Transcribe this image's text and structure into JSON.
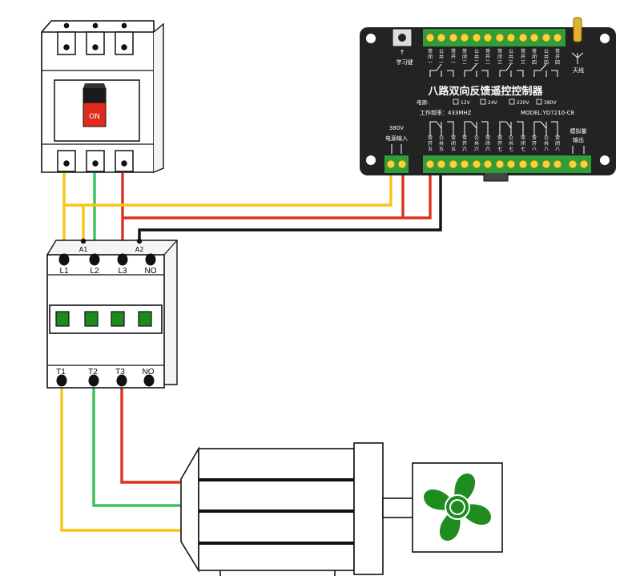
{
  "breaker": {
    "switch_label": "ON"
  },
  "wire_labels": {
    "a1": "A1",
    "a2": "A2"
  },
  "contactor": {
    "top_terminals": [
      "L1",
      "L2",
      "L3",
      "NO"
    ],
    "bottom_terminals": [
      "T1",
      "T2",
      "T3",
      "NO"
    ]
  },
  "controller": {
    "title": "八路双向反馈遥控控制器",
    "learn_key": "学习键",
    "antenna": "天线",
    "power_label": "电源:",
    "voltage_options": [
      "12V",
      "24V",
      "220V",
      "380V"
    ],
    "frequency": "工作频率：433MHZ",
    "model": "MODEL:YD7210-C8",
    "input_voltage": "380V",
    "power_input": "电源输入",
    "analog_output_line1": "模拟量",
    "analog_output_line2": "输出",
    "top_terminal_labels": [
      "常闭一",
      "公共一",
      "常开一",
      "常闭二",
      "公共二",
      "常开二",
      "常闭三",
      "公共三",
      "常开三",
      "常闭四",
      "公共四",
      "常开四"
    ],
    "bottom_terminal_labels": [
      "常开五",
      "公共五",
      "常闭五",
      "常开六",
      "公共六",
      "常闭六",
      "常开七",
      "公共七",
      "常闭七",
      "常开八",
      "公共八",
      "常闭八"
    ]
  },
  "colors": {
    "yellow_wire": "#f5c518",
    "green_wire": "#3cc25a",
    "red_wire": "#d9341f",
    "black_wire": "#111111",
    "board": "#232323",
    "terminal_green": "#2e9e3a",
    "fan_green": "#1e8c1e",
    "switch_red": "#e02a1b"
  }
}
